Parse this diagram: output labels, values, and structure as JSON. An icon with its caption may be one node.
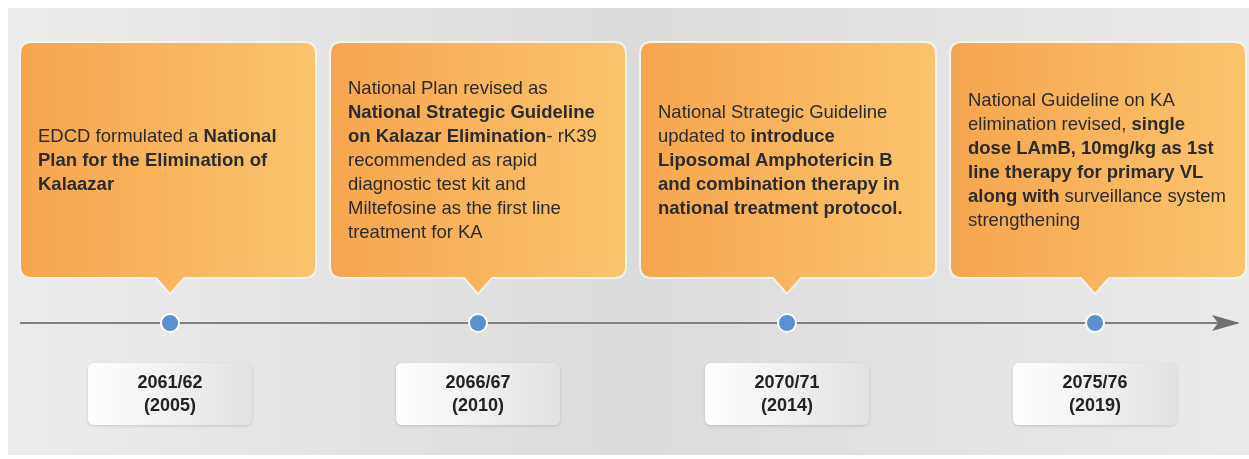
{
  "diagram": {
    "nodes": [
      {
        "text": [
          "EDCD formulated a **National Plan for the Elimination of Kalaazar**"
        ]
      },
      {
        "text": [
          "National Plan revised as **National Strategic Guideline on Kalazar Elimination**- rK39 recommended as rapid diagnostic test kit and Miltefosine as the first line treatment for KA"
        ]
      },
      {
        "text": [
          "National Strategic Guideline updated to **introduce Liposomal Amphotericin B and combination therapy in national treatment protocol.**"
        ]
      },
      {
        "text": [
          "National Guideline on KA elimination revised, **single dose LAmB, 10mg/kg as 1st line therapy for primary VL along with** surveillance system strengthening"
        ]
      },
      {
        "text": [
          "2061/62 (2005)"
        ]
      },
      {
        "text": [
          "2066/67 (2010)"
        ]
      },
      {
        "text": [
          "2070/71 (2014)"
        ]
      },
      {
        "text": [
          "2075/76 (2019)"
        ]
      }
    ]
  }
}
